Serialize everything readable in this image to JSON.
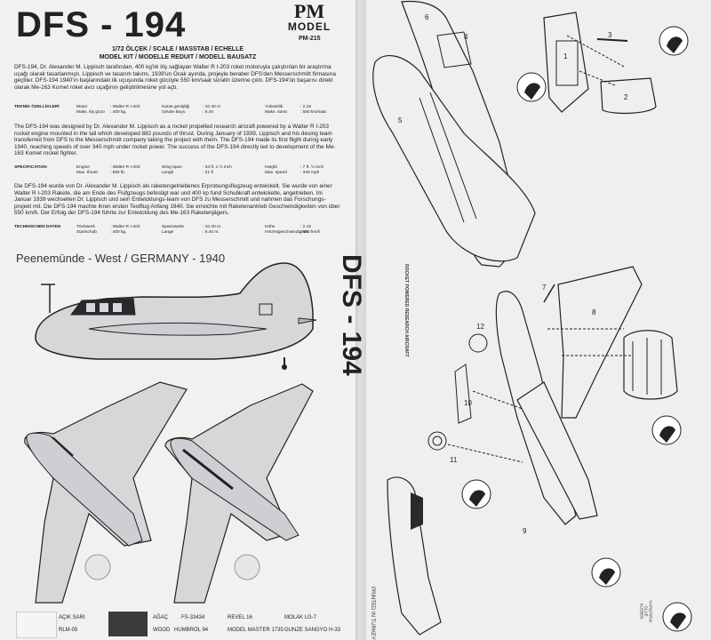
{
  "header": {
    "title": "DFS - 194",
    "brand_pm": "PM",
    "brand_model": "MODEL",
    "kit_code": "PM-215",
    "scale_line": "1/72 ÖLÇEK / SCALE / MASSTAB / ECHELLE",
    "kit_line": "MODEL KIT / MODELLE REDUIT / MODELL BAUSATZ"
  },
  "turkish": {
    "text": "DFS-194, Dr. Alexander M. Lippisch tarafından, 400 kg'lık itiş sağlayan Walter R I-203 roket motoruyla çalıştırılan bir araştırma uçağı olarak tasarlanmıştı. Lippisch ve tasarım takımı, 1939'un Ocak ayında, projeyle beraber DFS'den Messerschmitt firmasına geçtiler. DFS-194 1940'ın başlarındaki ilk uçuşunda roket gücüyle 550 km/saat süratin üzerine çıktı. DFS-194'ün başarısı direkt olarak Me-163 Komet roket avcı uçağının geliştirilmesine yol açtı.",
    "spec_label": "TEKNİK ÖZELLİKLERİ",
    "specs": [
      [
        "Motor",
        ": Walter R I-203",
        "Kanat genişliği",
        ": 10.40 m",
        "Yükseklik",
        ": 2.15"
      ],
      [
        "Maks. itiş gücü",
        ": 400 kg.",
        "Gövde Boyu",
        ": 6.40",
        "Maks. sürat",
        ": 550 km/saat"
      ]
    ]
  },
  "english": {
    "text": "The DFS-194 was designed by Dr. Alexander M. Lippisch as a rocket propelled research aircraft powered by a Walter R I-203 rocket engine mounted in the tail which developed 882 pounds of thrust. During January of 1939, Lippisch and his desing team transferred from DFS to the Messerschmitt company taking the project with them. The DFS-194 made its first flight during early 1940, reaching speeds of over 340 mph under rocket power. The success of the DFS-194 directly led to development of the Me-163 Komet rocket fighter.",
    "spec_label": "SPECIFICATION",
    "specs": [
      [
        "Engine",
        ": Walter R I-203",
        "Wing span",
        ": 34 ft. 1 ½ inch",
        "Height",
        ": 7 ft. ½ inch"
      ],
      [
        "Max. thrust",
        ": 882 lb.",
        "Lengh",
        ": 21 ft",
        "Max. speed",
        ": 340 mph"
      ]
    ]
  },
  "german": {
    "text": "Die DFS-194 wurde von Dr. Alexander M. Lippisch als raketengetriebenes Erprobungsflugzeug entwickelt. Sie wurde von einer Walter R I-203 Rakete, die am Ende des Flufgzeugs befestigt war und 400 kp fund Schubkraft entwickelte, angetrieben. Im Januar 1939 wechselten Dr. Lippisch und sein Entwicklungs-team von DFS zu Messerschmitt und nahmen das Forschungs-projekt mit. Die DFS-194 machte ihren ersten Testflug Anfang 1940. Sie erreichte mit Raketenantrieb Geschwindigkeiten von über 550 km/h. Der Erfolg der DFS-194 führte zur Entwicklung des Me-163 Raketenjägers.",
    "spec_label": "TECHNISCHEN DATEN",
    "specs": [
      [
        "Triebwerk",
        ": Walter R I-203",
        "Spannweite",
        ": 10.40 m.",
        "Höhe",
        ": 2.15"
      ],
      [
        "Startschub",
        ": 400 kg.",
        "Lange",
        ": 6.40 m.",
        "Höchstgeschwindigkeit",
        ": 550 km/h"
      ]
    ]
  },
  "caption": "Peenemünde - West / GERMANY - 1940",
  "paints": {
    "c1_name": "AÇIK SARI",
    "c1_ref": "RLM-05",
    "c2_name": "AĞAÇ",
    "c2_alt": "WOOD",
    "c2_code1": "FS-33434",
    "c2_code2": "HUMBROL 94",
    "revel": "REVEL 16",
    "molak": "MOLAK LG-7",
    "mm": "MODEL MASTER 1735",
    "gunze": "GUNZE SANGYO H-33"
  },
  "right": {
    "vertical_title": "DFS - 194",
    "vertical_sub": "ROCKET POWERED RESEARCH AIRCRAFT",
    "printed": "PRINTED IN TURKEY",
    "glue": "YAPIŞTIRIN GLUE KLEBEN",
    "part_numbers": [
      "1",
      "2",
      "3",
      "4",
      "5",
      "6",
      "7",
      "8",
      "9",
      "10",
      "11",
      "12"
    ]
  },
  "colors": {
    "paper": "#f2f1f0",
    "ink": "#1c1c1f",
    "wood": "#3b3b3d",
    "aircraft_fill": "#d7d7da"
  }
}
